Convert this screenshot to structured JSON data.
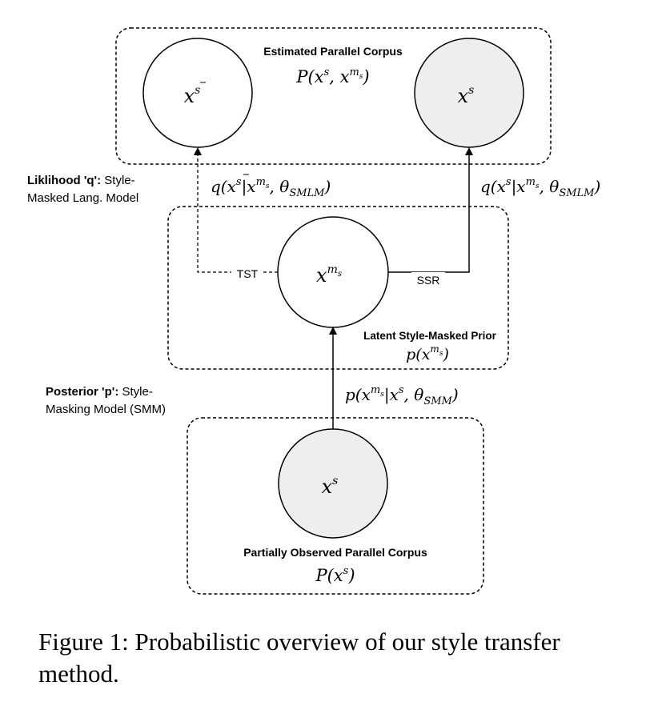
{
  "groups": {
    "top": {
      "title": "Estimated Parallel Corpus",
      "formula": {
        "head": "P(x",
        "sup1": "s",
        "mid": ", x",
        "sup2": "m",
        "sub2": "s",
        "tail": ")"
      }
    },
    "middle": {
      "title": "Latent Style-Masked Prior",
      "formula": {
        "head": "p(x",
        "sup": "m",
        "sub": "s",
        "tail": ")"
      }
    },
    "bottom": {
      "title": "Partially Observed Parallel Corpus",
      "formula": {
        "head": "P(x",
        "sup": "s",
        "tail": ")"
      }
    }
  },
  "nodes": {
    "x_sbar": {
      "base": "x",
      "sup": "s",
      "shaded": false
    },
    "x_s_top": {
      "base": "x",
      "sup": "s",
      "shaded": true
    },
    "x_ms": {
      "base": "x",
      "sup": "m",
      "sub": "s",
      "shaded": false
    },
    "x_s_bottom": {
      "base": "x",
      "sup": "s",
      "shaded": true
    }
  },
  "edges": {
    "tst_label": "TST",
    "ssr_label": "SSR",
    "q_left": {
      "head": "q(x",
      "sup1": "s",
      "mid": "|x",
      "sup2": "m",
      "sub2": "s",
      "tail": ", θ",
      "sub3": "SMLM",
      "close": ")"
    },
    "q_right": {
      "head": "q(x",
      "sup1": "s",
      "mid": "|x",
      "sup2": "m",
      "sub2": "s",
      "tail": ", θ",
      "sub3": "SMLM",
      "close": ")"
    },
    "p_edge": {
      "head": "p(x",
      "sup1": "m",
      "sub1": "s",
      "mid": "|x",
      "sup2": "s",
      "tail": ", θ",
      "sub3": "SMM",
      "close": ")"
    }
  },
  "side_labels": {
    "likelihood": {
      "bold": "Liklihood 'q':",
      "rest1": " Style-",
      "line2": "Masked Lang. Model"
    },
    "posterior": {
      "bold": "Posterior 'p':",
      "rest1": " Style-",
      "line2": "Masking Model (SMM)"
    }
  },
  "caption": "Figure 1: Probabilistic overview of our style transfer method.",
  "colors": {
    "shaded_fill": "#eeeeee",
    "stroke": "#000000"
  }
}
